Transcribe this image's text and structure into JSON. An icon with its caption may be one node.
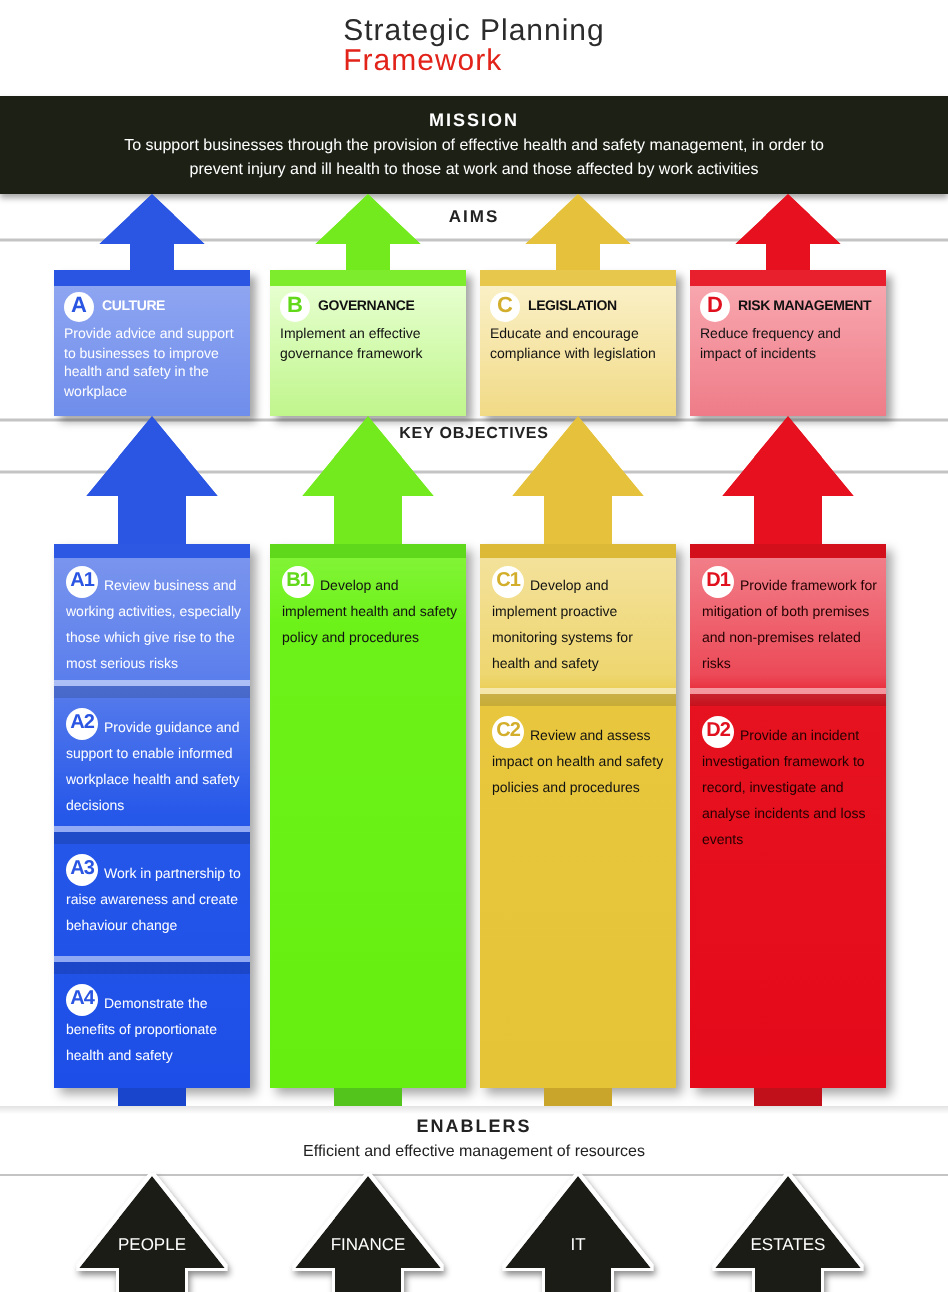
{
  "diagram": {
    "title": "Strategic Planning Framework",
    "nodes": [
      {
        "text": [
          "MISSION",
          "To support businesses through the provision of effective health and safety management, in order to prevent injury and ill health to those at work and those affected by work activities"
        ]
      },
      {
        "text": [
          "A",
          "CULTURE",
          "Provide advice and support to businesses to improve health and safety in the workplace"
        ]
      },
      {
        "text": [
          "B",
          "GOVERNANCE",
          "Implement an effective governance framework"
        ]
      },
      {
        "text": [
          "C",
          "LEGISLATION",
          "Educate and encourage compliance with legislation"
        ]
      },
      {
        "text": [
          "D",
          "RISK MANAGEMENT",
          "Reduce frequency and impact of incidents"
        ]
      },
      {
        "text": [],
        "shape": "bar"
      },
      {
        "text": [
          "A1",
          "Review business and working activities, especially those which give rise to the most serious risks"
        ],
        "in": 5
      },
      {
        "text": [
          "A2",
          "Provide guidance and support to enable informed workplace health and safety decisions"
        ],
        "in": 5
      },
      {
        "text": [
          "A3",
          "Work in partnership to raise awareness and create behaviour change"
        ],
        "in": 5
      },
      {
        "text": [
          "A4",
          "Demonstrate the benefits of proportionate health and safety"
        ],
        "in": 5
      },
      {
        "text": [],
        "shape": "bar"
      },
      {
        "text": [
          "B1",
          "Develop and implement health and safety policy and procedures"
        ],
        "in": 10
      },
      {
        "text": [],
        "shape": "bar"
      },
      {
        "text": [
          "C1",
          "Develop and implement proactive monitoring systems for health and safety"
        ],
        "in": 12
      },
      {
        "text": [
          "C2",
          "Review and assess impact on health and safety policies and procedures"
        ],
        "in": 12
      },
      {
        "text": [],
        "shape": "bar"
      },
      {
        "text": [
          "D1",
          "Provide framework for mitigation of both premises and non-premises related risks"
        ],
        "in": 15
      },
      {
        "text": [
          "D2",
          "Provide an incident investigation framework to record, investigate and analyse incidents and loss events"
        ],
        "in": 15
      },
      {
        "text": [
          "ENABLERS",
          "Efficient and effective management of resources"
        ]
      }
    ],
    "edges": [
      {
        "from": 1,
        "to": 0,
        "arrow": "to",
        "color": "#2b55e3"
      },
      {
        "from": 2,
        "to": 0,
        "arrow": "to",
        "color": "#72ea1e"
      },
      {
        "from": 3,
        "to": 0,
        "arrow": "to",
        "color": "#e6c23c"
      },
      {
        "from": 4,
        "to": 0,
        "arrow": "to",
        "color": "#e6101e"
      },
      {
        "from": 5,
        "to": 1,
        "arrow": "to",
        "color": "#2b55e3"
      },
      {
        "from": 10,
        "to": 2,
        "arrow": "to",
        "color": "#72ea1e"
      },
      {
        "from": 12,
        "to": 3,
        "arrow": "to",
        "color": "#e6c23c"
      },
      {
        "from": 15,
        "to": 4,
        "arrow": "to",
        "color": "#e6101e"
      },
      {
        "from": 18,
        "to": 5,
        "arrow": "none",
        "color": "#1845cc"
      },
      {
        "from": 18,
        "to": 10,
        "arrow": "none",
        "color": "#52c41c"
      },
      {
        "from": 18,
        "to": 12,
        "arrow": "none",
        "color": "#c9a52c"
      },
      {
        "from": 18,
        "to": 15,
        "arrow": "none",
        "color": "#c2101a"
      },
      {
        "from": null,
        "to": 18,
        "arrow": "to",
        "label": "PEOPLE",
        "color": "#1b1c14"
      },
      {
        "from": null,
        "to": 18,
        "arrow": "to",
        "label": "FINANCE",
        "color": "#1b1c14"
      },
      {
        "from": null,
        "to": 18,
        "arrow": "to",
        "label": "IT",
        "color": "#1b1c14"
      },
      {
        "from": null,
        "to": 18,
        "arrow": "to",
        "label": "ESTATES",
        "color": "#1b1c14"
      }
    ],
    "labels": [
      "AIMS",
      "KEY OBJECTIVES"
    ]
  }
}
